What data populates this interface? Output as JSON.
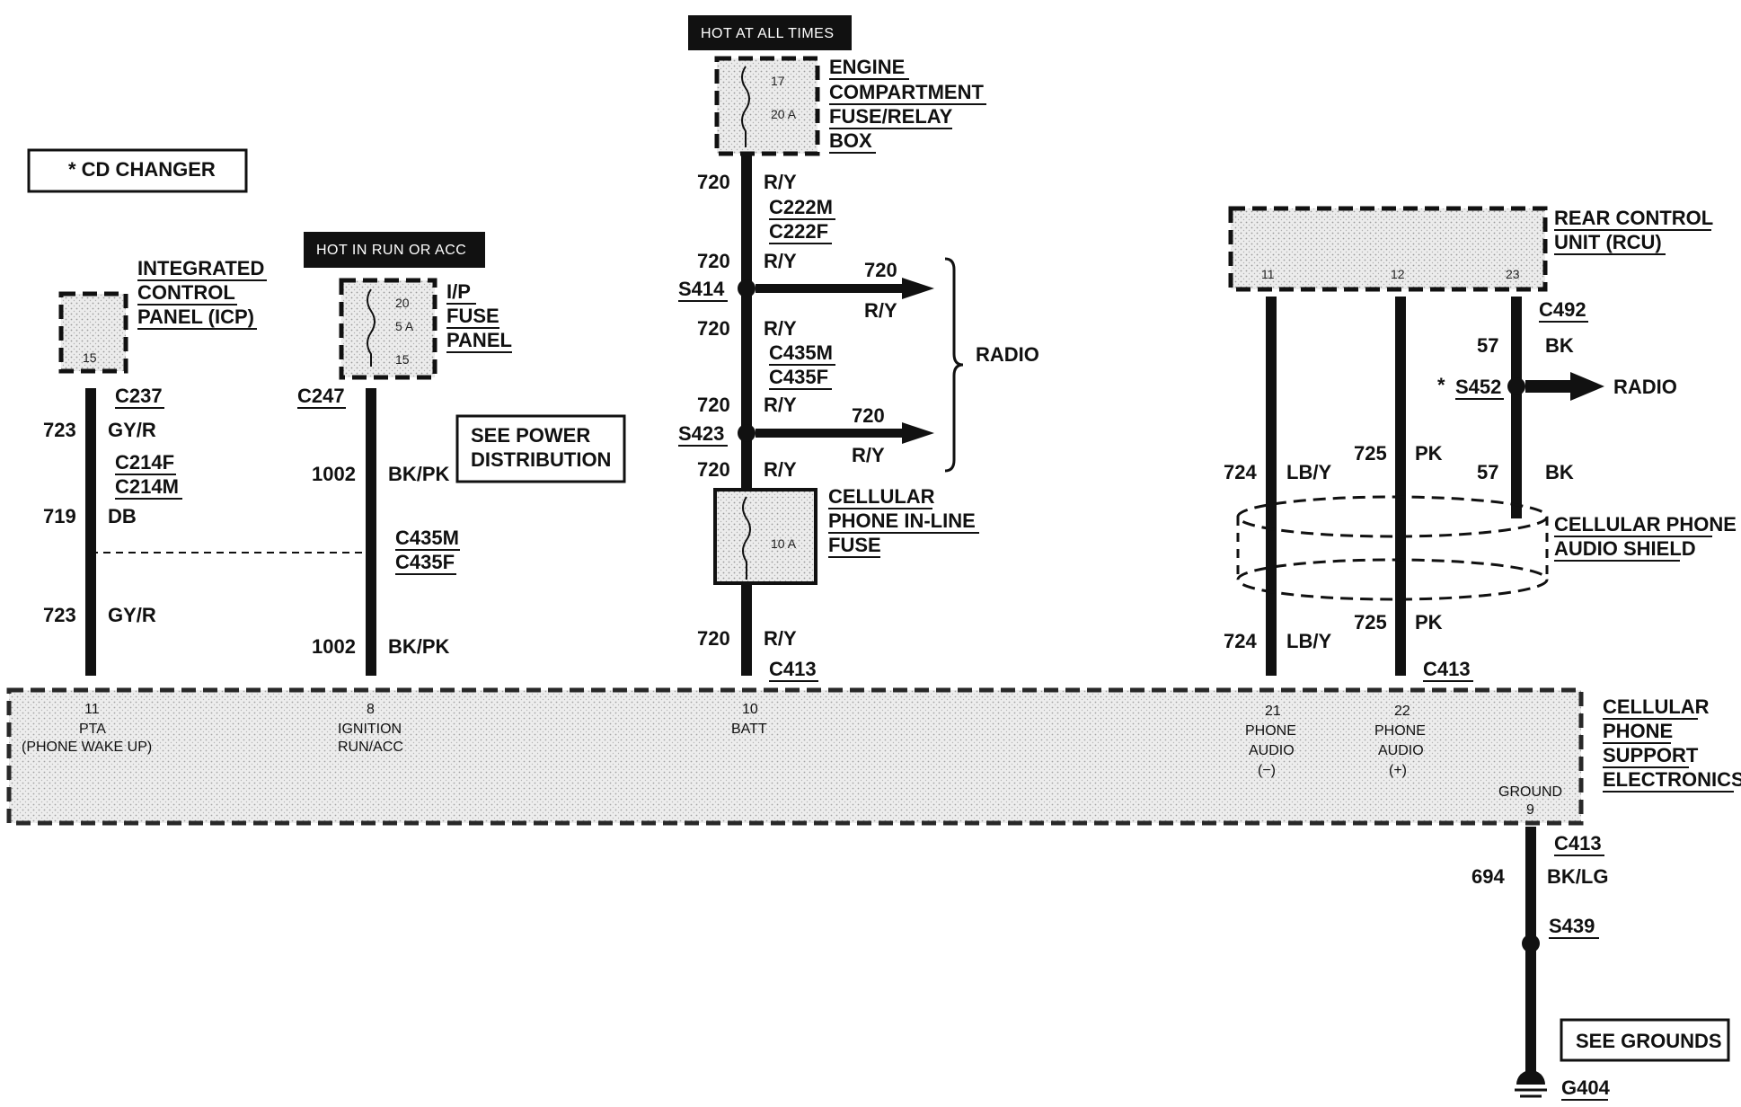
{
  "legend": {
    "cd_changer": "* CD CHANGER"
  },
  "hot": {
    "all_times": "HOT AT ALL TIMES",
    "run_acc": "HOT IN RUN OR ACC"
  },
  "components": {
    "engine_box": [
      "ENGINE",
      "COMPARTMENT",
      "FUSE/RELAY",
      "BOX"
    ],
    "engine_fuse": {
      "num": "17",
      "amp": "20 A"
    },
    "icp": [
      "INTEGRATED",
      "CONTROL",
      "PANEL (ICP)"
    ],
    "icp_pin": "15",
    "ip_fuse": [
      "I/P",
      "FUSE",
      "PANEL"
    ],
    "ip_fuse_vals": {
      "top": "20",
      "amp": "5 A",
      "bottom": "15"
    },
    "see_power": [
      "SEE POWER",
      "DISTRIBUTION"
    ],
    "cell_fuse": [
      "CELLULAR",
      "PHONE IN-LINE",
      "FUSE"
    ],
    "cell_fuse_amp": "10 A",
    "rcu": [
      "REAR CONTROL",
      "UNIT (RCU)"
    ],
    "rcu_pins": [
      "11",
      "12",
      "23"
    ],
    "shield": [
      "CELLULAR PHONE",
      "AUDIO SHIELD"
    ],
    "cpse": [
      "CELLULAR",
      "PHONE",
      "SUPPORT",
      "ELECTRONICS"
    ],
    "see_grounds": "SEE GROUNDS",
    "radio": "RADIO",
    "radio_arrow": "RADIO"
  },
  "pins": {
    "pta": [
      "11",
      "PTA",
      "(PHONE WAKE UP)"
    ],
    "ign": [
      "8",
      "IGNITION",
      "RUN/ACC"
    ],
    "batt": [
      "10",
      "BATT"
    ],
    "audio_neg": [
      "21",
      "PHONE",
      "AUDIO",
      "(−)"
    ],
    "audio_pos": [
      "22",
      "PHONE",
      "AUDIO",
      "(+)"
    ],
    "ground": [
      "GROUND",
      "9"
    ]
  },
  "connectors": {
    "c237": "C237",
    "c214f": "C214F",
    "c214m": "C214M",
    "c247": "C247",
    "c435m_l": "C435M",
    "c435f_l": "C435F",
    "c222m": "C222M",
    "c222f": "C222F",
    "c435m_c": "C435M",
    "c435f_c": "C435F",
    "c413_c": "C413",
    "c413_r": "C413",
    "c413_g": "C413",
    "c492": "C492",
    "s414": "S414",
    "s423": "S423",
    "s452": "S452",
    "s452_star": "*",
    "s439": "S439",
    "g404": "G404"
  },
  "wires": {
    "w723a": {
      "num": "723",
      "color": "GY/R"
    },
    "w719": {
      "num": "719",
      "color": "DB"
    },
    "w723b": {
      "num": "723",
      "color": "GY/R"
    },
    "w1002a": {
      "num": "1002",
      "color": "BK/PK"
    },
    "w1002b": {
      "num": "1002",
      "color": "BK/PK"
    },
    "w720_1": {
      "num": "720",
      "color": "R/Y"
    },
    "w720_2": {
      "num": "720",
      "color": "R/Y"
    },
    "w720_3": {
      "num": "720",
      "color": "R/Y"
    },
    "w720_4": {
      "num": "720",
      "color": "R/Y"
    },
    "w720_5": {
      "num": "720",
      "color": "R/Y"
    },
    "w720_6": {
      "num": "720",
      "color": "R/Y"
    },
    "br1": {
      "num": "720",
      "color": "R/Y"
    },
    "br2": {
      "num": "720",
      "color": "R/Y"
    },
    "w724a": {
      "num": "724",
      "color": "LB/Y"
    },
    "w724b": {
      "num": "724",
      "color": "LB/Y"
    },
    "w725a": {
      "num": "725",
      "color": "PK"
    },
    "w725b": {
      "num": "725",
      "color": "PK"
    },
    "w57a": {
      "num": "57",
      "color": "BK"
    },
    "w57b": {
      "num": "57",
      "color": "BK"
    },
    "w694": {
      "num": "694",
      "color": "BK/LG"
    }
  }
}
